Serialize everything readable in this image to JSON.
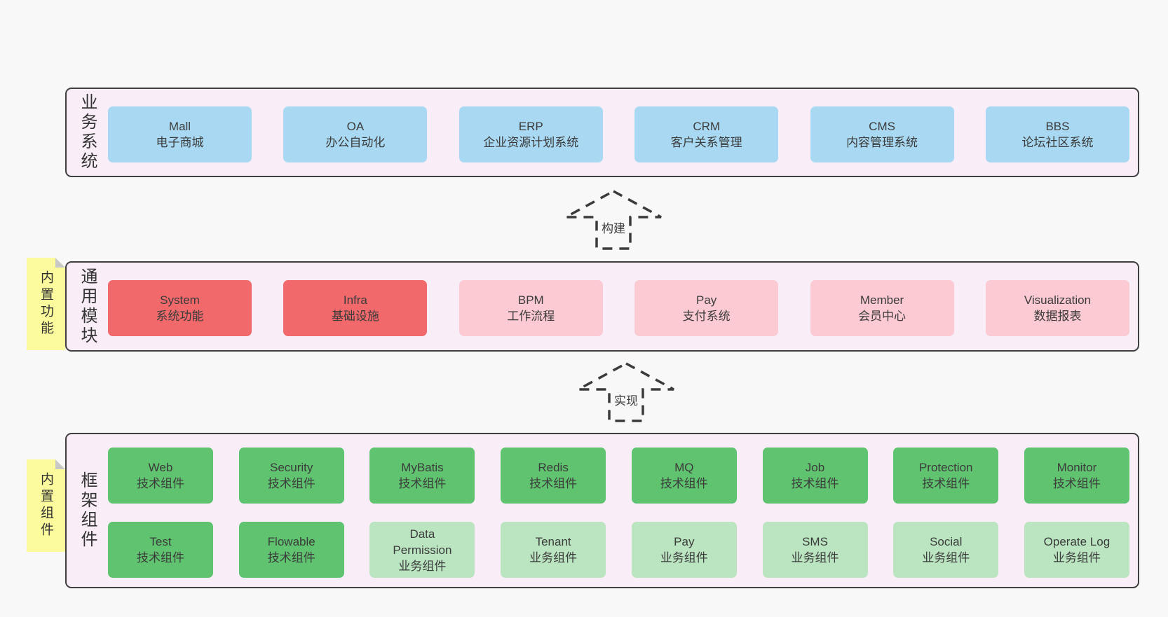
{
  "colors": {
    "page_bg": "#f8f8f8",
    "panel_bg": "#f9edf7",
    "panel_border": "#3f3f3f",
    "blue": "#a9d9f2",
    "red": "#f1696b",
    "pink": "#fbcad3",
    "green": "#5fc36f",
    "green_light": "#bbe5c1",
    "note_yellow": "#fbfa9d",
    "note_fold": "#c8c8c8",
    "text": "#3b3b3b",
    "arrow": "#3a3a3a"
  },
  "arrows": [
    {
      "label": "构建"
    },
    {
      "label": "实现"
    }
  ],
  "sections": [
    {
      "label": "业务系统",
      "boxes": [
        {
          "title": "Mall",
          "subtitle": "电子商城",
          "variant": "blue"
        },
        {
          "title": "OA",
          "subtitle": "办公自动化",
          "variant": "blue"
        },
        {
          "title": "ERP",
          "subtitle": "企业资源计划系统",
          "variant": "blue"
        },
        {
          "title": "CRM",
          "subtitle": "客户关系管理",
          "variant": "blue"
        },
        {
          "title": "CMS",
          "subtitle": "内容管理系统",
          "variant": "blue"
        },
        {
          "title": "BBS",
          "subtitle": "论坛社区系统",
          "variant": "blue"
        }
      ]
    },
    {
      "label": "通用模块",
      "note": "内置功能",
      "boxes": [
        {
          "title": "System",
          "subtitle": "系统功能",
          "variant": "red"
        },
        {
          "title": "Infra",
          "subtitle": "基础设施",
          "variant": "red"
        },
        {
          "title": "BPM",
          "subtitle": "工作流程",
          "variant": "pink"
        },
        {
          "title": "Pay",
          "subtitle": "支付系统",
          "variant": "pink"
        },
        {
          "title": "Member",
          "subtitle": "会员中心",
          "variant": "pink"
        },
        {
          "title": "Visualization",
          "subtitle": "数据报表",
          "variant": "pink"
        }
      ]
    },
    {
      "label": "框架组件",
      "note": "内置组件",
      "rows": [
        [
          {
            "title": "Web",
            "subtitle": "技术组件",
            "variant": "green"
          },
          {
            "title": "Security",
            "subtitle": "技术组件",
            "variant": "green"
          },
          {
            "title": "MyBatis",
            "subtitle": "技术组件",
            "variant": "green"
          },
          {
            "title": "Redis",
            "subtitle": "技术组件",
            "variant": "green"
          },
          {
            "title": "MQ",
            "subtitle": "技术组件",
            "variant": "green"
          },
          {
            "title": "Job",
            "subtitle": "技术组件",
            "variant": "green"
          },
          {
            "title": "Protection",
            "subtitle": "技术组件",
            "variant": "green"
          },
          {
            "title": "Monitor",
            "subtitle": "技术组件",
            "variant": "green"
          }
        ],
        [
          {
            "title": "Test",
            "subtitle": "技术组件",
            "variant": "green"
          },
          {
            "title": "Flowable",
            "subtitle": "技术组件",
            "variant": "green"
          },
          {
            "title": "Data Permission",
            "subtitle": "业务组件",
            "variant": "green-light"
          },
          {
            "title": "Tenant",
            "subtitle": "业务组件",
            "variant": "green-light"
          },
          {
            "title": "Pay",
            "subtitle": "业务组件",
            "variant": "green-light"
          },
          {
            "title": "SMS",
            "subtitle": "业务组件",
            "variant": "green-light"
          },
          {
            "title": "Social",
            "subtitle": "业务组件",
            "variant": "green-light"
          },
          {
            "title": "Operate Log",
            "subtitle": "业务组件",
            "variant": "green-light"
          }
        ]
      ]
    }
  ]
}
